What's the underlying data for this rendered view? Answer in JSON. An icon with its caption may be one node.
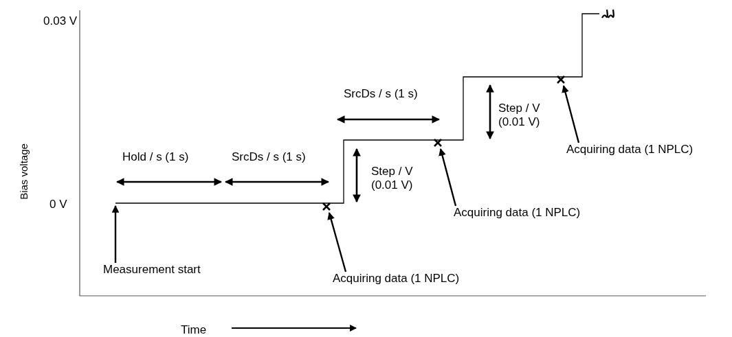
{
  "diagram": {
    "nodes": [
      {
        "text": [
          "Measurement start"
        ]
      },
      {
        "text": [],
        "shape": "cross"
      },
      {
        "text": [
          "Acquiring data (1 NPLC)"
        ]
      },
      {
        "text": [],
        "shape": "cross"
      },
      {
        "text": [
          "Acquiring data (1 NPLC)"
        ]
      },
      {
        "text": [],
        "shape": "cross"
      },
      {
        "text": [
          "Acquiring data (1 NPLC)"
        ]
      }
    ],
    "edges": [
      {
        "from": 0,
        "to": null,
        "arrow": "to"
      },
      {
        "from": 2,
        "to": 1,
        "arrow": "to"
      },
      {
        "from": 4,
        "to": 3,
        "arrow": "to"
      },
      {
        "from": 6,
        "to": 5,
        "arrow": "to"
      }
    ],
    "labels": [
      "0.03 V",
      "Bias voltage",
      "Hold / s (1 s)",
      "SrcDs / s (1 s)",
      "SrcDs / s (1 s)",
      "Step / V (0.01 V)",
      "Step / V (0.01 V)",
      "0 V",
      "Time"
    ]
  }
}
